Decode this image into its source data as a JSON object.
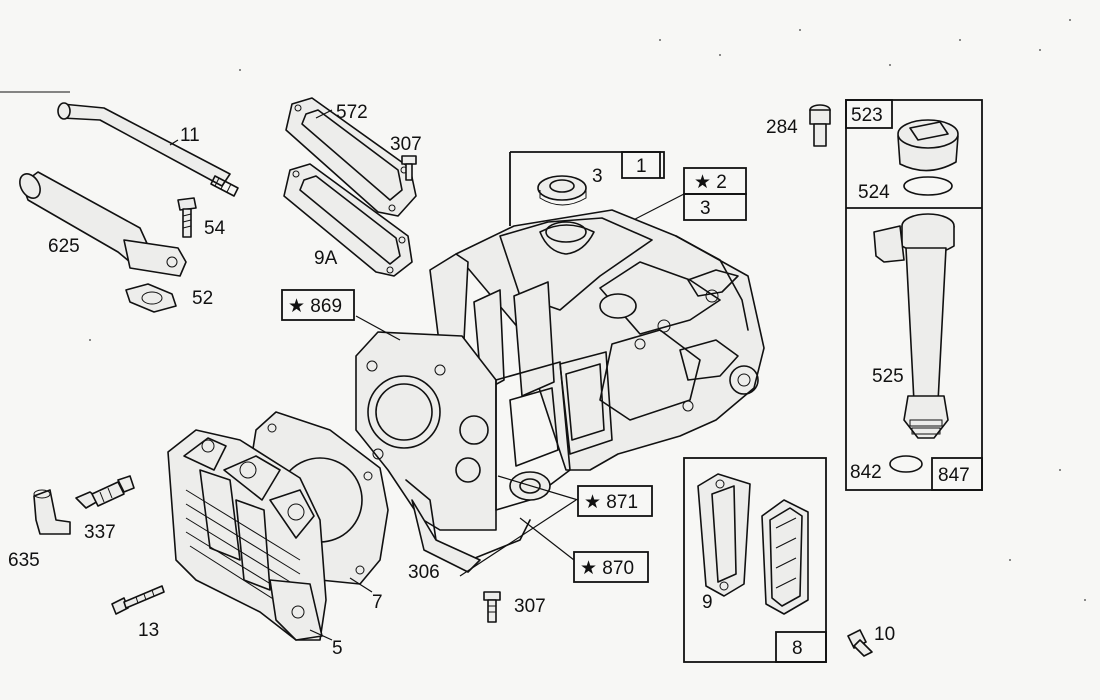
{
  "diagram": {
    "labels": {
      "p11": "11",
      "p54": "54",
      "p625": "625",
      "p52": "52",
      "p572": "572",
      "p307_top": "307",
      "p9a": "9A",
      "p3_seal": "3",
      "p1": "1",
      "p2": "★ 2",
      "p3_box": "3",
      "p284": "284",
      "p523": "523",
      "p524": "524",
      "p525": "525",
      "p842": "842",
      "p847": "847",
      "p869": "★ 869",
      "p871": "★ 871",
      "p870": "★ 870",
      "p306": "306",
      "p307_bottom": "307",
      "p7": "7",
      "p5": "5",
      "p13": "13",
      "p337": "337",
      "p635": "635",
      "p9": "9",
      "p8": "8",
      "p10": "10"
    },
    "icons": {
      "tube": "breather-tube-icon",
      "hose": "breather-hose-icon",
      "screw": "screw-icon",
      "gasket": "gasket-icon",
      "seal": "oil-seal-icon",
      "cylinder": "cylinder-block-icon",
      "head": "cylinder-head-icon",
      "plug": "spark-plug-icon",
      "dipstick": "dipstick-cap-icon",
      "filltube": "oil-fill-tube-icon",
      "breather": "breather-assembly-icon"
    }
  }
}
